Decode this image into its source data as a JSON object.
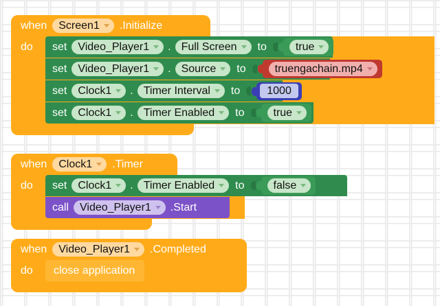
{
  "app": {
    "name": "MIT App Inventor Blocks Editor",
    "canvas": "blocks-workspace"
  },
  "colors": {
    "event_block": "#ffab19",
    "setter_block": "#2f8c4e",
    "call_block": "#7c52c8",
    "logic_block": "#3a9a57",
    "text_block": "#c0392f",
    "math_block": "#3b3fb5",
    "control_block": "#ffb733",
    "canvas_background": "#ffffff",
    "grid_mark": "#ececec"
  },
  "blocks": [
    {
      "id": "block-screen1-initialize",
      "type": "event",
      "when_label": "when",
      "component": "Screen1",
      "event": ".Initialize",
      "do_label": "do",
      "statements": [
        {
          "id": "set-video-player1-fullscreen",
          "kind": "setter",
          "keyword": "set",
          "component": "Video_Player1",
          "separator": ".",
          "property": "Full Screen",
          "to_label": "to",
          "value": {
            "kind": "logic",
            "text": "true",
            "dropdown": true
          }
        },
        {
          "id": "set-video-player1-source",
          "kind": "setter",
          "keyword": "set",
          "component": "Video_Player1",
          "separator": ".",
          "property": "Source",
          "to_label": "to",
          "value": {
            "kind": "text",
            "text": "truengachain.mp4",
            "dropdown": true
          }
        },
        {
          "id": "set-clock1-timer-interval",
          "kind": "setter",
          "keyword": "set",
          "component": "Clock1",
          "separator": ".",
          "property": "Timer Interval",
          "to_label": "to",
          "value": {
            "kind": "math",
            "text": "1000",
            "dropdown": false
          }
        },
        {
          "id": "set-clock1-timer-enabled",
          "kind": "setter",
          "keyword": "set",
          "component": "Clock1",
          "separator": ".",
          "property": "Timer Enabled",
          "to_label": "to",
          "value": {
            "kind": "logic",
            "text": "true",
            "dropdown": true
          }
        }
      ]
    },
    {
      "id": "block-clock1-timer",
      "type": "event",
      "when_label": "when",
      "component": "Clock1",
      "event": ".Timer",
      "do_label": "do",
      "statements": [
        {
          "id": "set-clock1-timer-enabled-false",
          "kind": "setter",
          "keyword": "set",
          "component": "Clock1",
          "separator": ".",
          "property": "Timer Enabled",
          "to_label": "to",
          "value": {
            "kind": "logic",
            "text": "false",
            "dropdown": true
          }
        },
        {
          "id": "call-video-player1-start",
          "kind": "call",
          "keyword": "call",
          "component": "Video_Player1",
          "method": ".Start"
        }
      ]
    },
    {
      "id": "block-video-player1-completed",
      "type": "event",
      "when_label": "when",
      "component": "Video_Player1",
      "event": ".Completed",
      "do_label": "do",
      "statements": [
        {
          "id": "close-application",
          "kind": "control",
          "text": "close application"
        }
      ]
    }
  ]
}
